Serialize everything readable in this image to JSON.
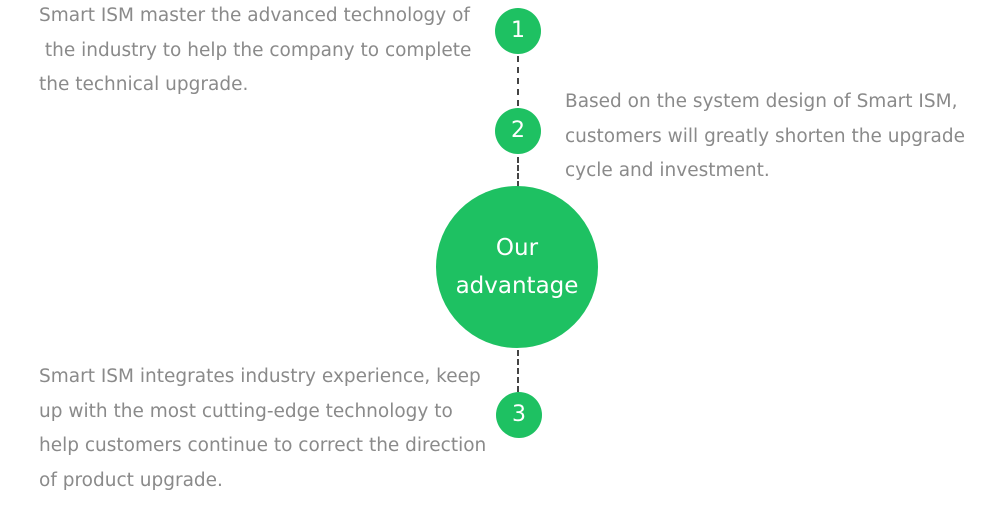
{
  "accent_color": "#1ec162",
  "text_color": "#8a8a8a",
  "center": {
    "line1": "Our",
    "line2": "advantage"
  },
  "steps": [
    {
      "number": "1",
      "lines": [
        "Smart ISM master the advanced technology of",
        " the industry to help the company to complete",
        "the technical upgrade."
      ]
    },
    {
      "number": "2",
      "lines": [
        "Based on the system design of Smart ISM,",
        "customers will greatly shorten the upgrade",
        "cycle and investment."
      ]
    },
    {
      "number": "3",
      "lines": [
        "Smart ISM integrates industry experience, keep",
        "up with the most cutting-edge technology to",
        "help customers continue to correct the direction",
        "of product upgrade."
      ]
    }
  ]
}
